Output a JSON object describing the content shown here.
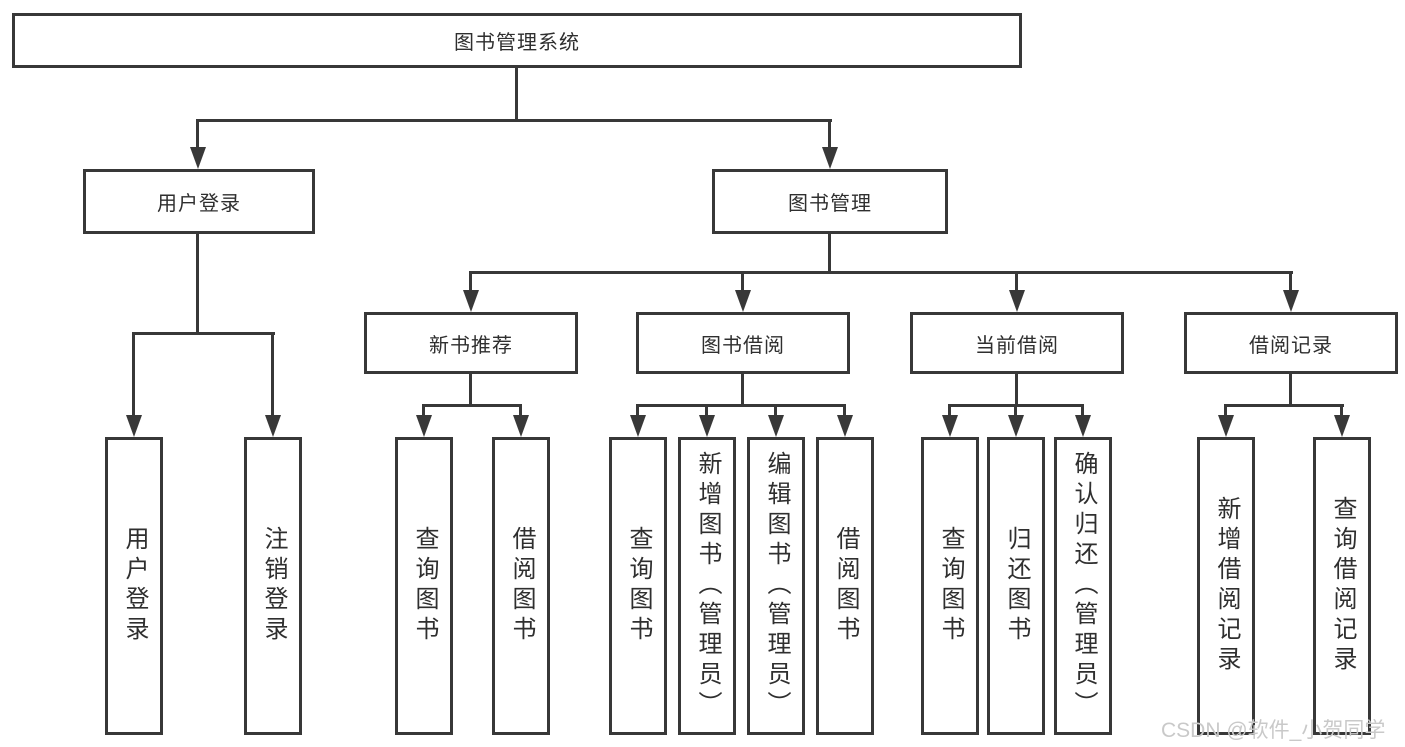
{
  "tree": {
    "root": {
      "label": "图书管理系统",
      "children": [
        {
          "label": "用户登录",
          "children": [
            {
              "label": "用户登录"
            },
            {
              "label": "注销登录"
            }
          ]
        },
        {
          "label": "图书管理",
          "children": [
            {
              "label": "新书推荐",
              "children": [
                {
                  "label": "查询图书"
                },
                {
                  "label": "借阅图书"
                }
              ]
            },
            {
              "label": "图书借阅",
              "children": [
                {
                  "label": "查询图书"
                },
                {
                  "label": "新增图书（管理员）"
                },
                {
                  "label": "编辑图书（管理员）"
                },
                {
                  "label": "借阅图书"
                }
              ]
            },
            {
              "label": "当前借阅",
              "children": [
                {
                  "label": "查询图书"
                },
                {
                  "label": "归还图书"
                },
                {
                  "label": "确认归还（管理员）"
                }
              ]
            },
            {
              "label": "借阅记录",
              "children": [
                {
                  "label": "新增借阅记录"
                },
                {
                  "label": "查询借阅记录"
                }
              ]
            }
          ]
        }
      ]
    }
  },
  "watermark": {
    "text": "CSDN @软件_小贺同学"
  },
  "colors": {
    "line": "#383838",
    "text": "#2f2f2f",
    "background": "#ffffff",
    "watermark": "#c9c9c9"
  }
}
